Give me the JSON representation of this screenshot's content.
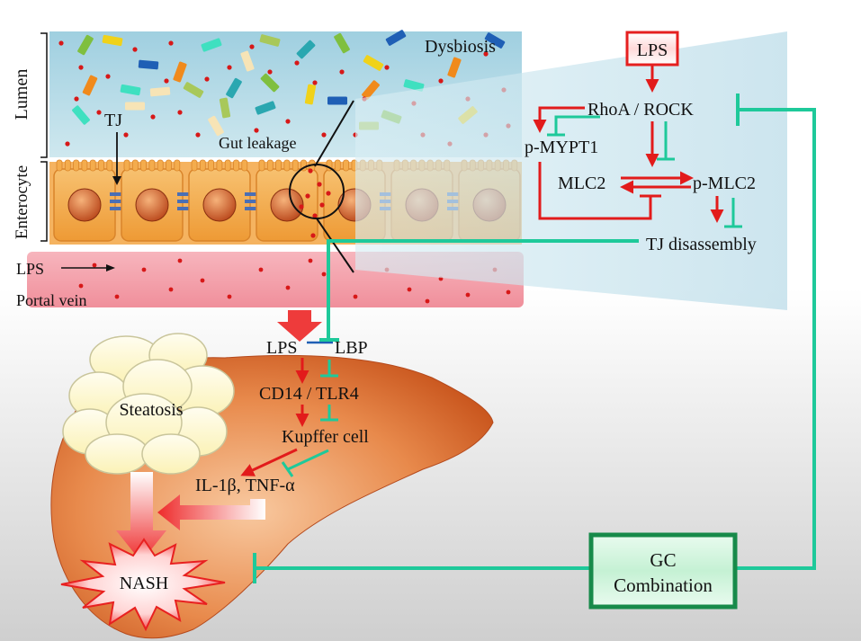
{
  "labels": {
    "lumen": "Lumen",
    "enterocyte": "Enterocyte",
    "dysbiosis": "Dysbiosis",
    "tj": "TJ",
    "gut_leakage": "Gut leakage",
    "lps_vessel": "LPS",
    "portal_vein": "Portal vein",
    "lps_box": "LPS",
    "rhoa_rock": "RhoA / ROCK",
    "p_mypt1": "p-MYPT1",
    "mlc2": "MLC2",
    "p_mlc2": "p-MLC2",
    "tj_disassembly": "TJ disassembly",
    "lps_liver": "LPS",
    "lbp": "LBP",
    "cd14_tlr4": "CD14 / TLR4",
    "kupffer": "Kupffer cell",
    "cytokines": "IL-1β, TNF-α",
    "steatosis": "Steatosis",
    "nash": "NASH",
    "gc_line1": "GC",
    "gc_line2": "Combination"
  },
  "colors": {
    "activation": "#e21b1b",
    "inhibition": "#1ec99a",
    "lumen_bg": "#a9d3e2",
    "enterocyte": "#f2a23a",
    "vessel": "#f4a3ad",
    "liver": "#e07a3c",
    "gc_box": "#1a8a4a",
    "lps_box": "#e51f1f"
  }
}
